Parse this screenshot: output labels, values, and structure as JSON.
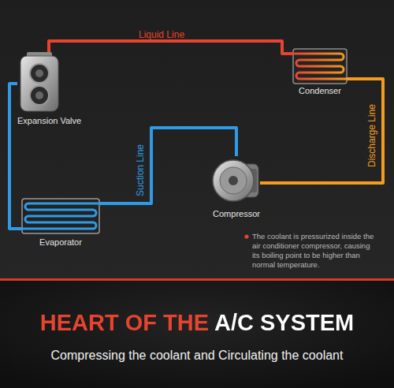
{
  "diagram": {
    "title": "HEART OF THE A/C SYSTEM",
    "caption": "Compressing the coolant and Circulating the coolant",
    "nodes": [
      {
        "text": [
          "Expansion Valve"
        ]
      },
      {
        "text": [
          "Condenser"
        ]
      },
      {
        "text": [
          "Compressor"
        ]
      },
      {
        "text": [
          "Evaporator"
        ]
      }
    ],
    "edges": [
      {
        "from": 2,
        "to": 1,
        "label": "Discharge Line",
        "arrow": "none"
      },
      {
        "from": 1,
        "to": 0,
        "label": "Liquid Line",
        "arrow": "none"
      },
      {
        "from": 0,
        "to": 3,
        "arrow": "none"
      },
      {
        "from": 3,
        "to": 2,
        "label": "Suction Line",
        "arrow": "none"
      }
    ],
    "labels": [
      "The coolant is pressurized inside the air conditioner compressor, causing its boiling point to be higher than normal temperature."
    ]
  }
}
